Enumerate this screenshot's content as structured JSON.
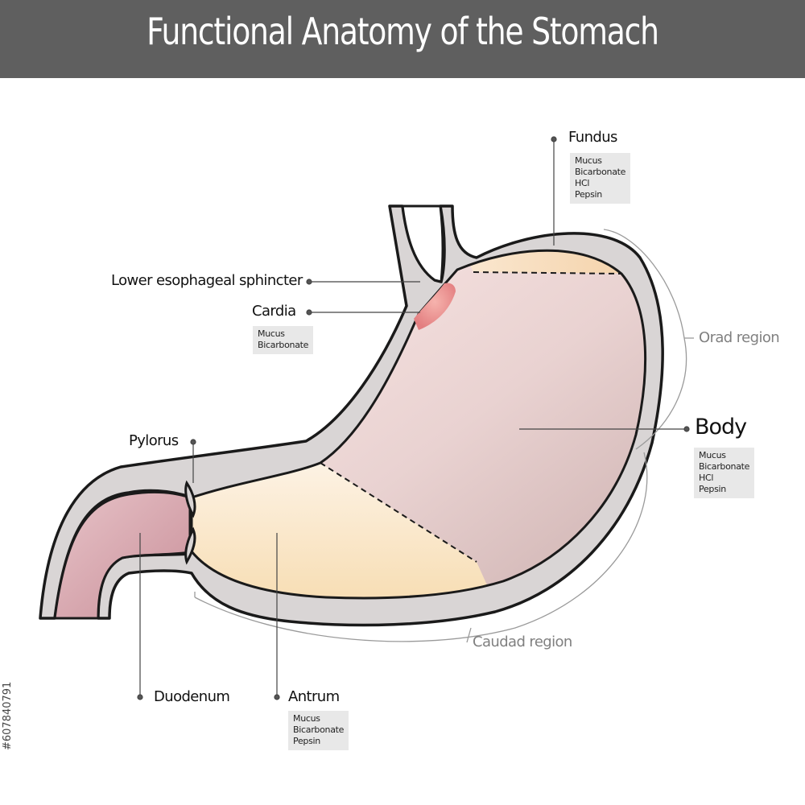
{
  "title": "Functional Anatomy of the Stomach",
  "labels": {
    "fundus": "Fundus",
    "les": "Lower esophageal sphincter",
    "cardia": "Cardia",
    "pylorus": "Pylorus",
    "body": "Body",
    "duodenum": "Duodenum",
    "antrum": "Antrum",
    "orad": "Orad region",
    "caudad": "Caudad region"
  },
  "secretions": {
    "fundus": [
      "Mucus",
      "Bicarbonate",
      "HCl",
      "Pepsin"
    ],
    "cardia": [
      "Mucus",
      "Bicarbonate"
    ],
    "body": [
      "Mucus",
      "Bicarbonate",
      "HCl",
      "Pepsin"
    ],
    "antrum": [
      "Mucus",
      "Bicarbonate",
      "Pepsin"
    ]
  },
  "credit": "#607840791",
  "colors": {
    "title_bar": "#5f5f5f",
    "wall": "#d9d5d5",
    "body_lumen": "#ecd6d6",
    "fundus_antrum": "#f8e3c4",
    "sphincter": "#eb8a8a",
    "duodenum": "#d7a5ad",
    "region_text": "#808080"
  }
}
